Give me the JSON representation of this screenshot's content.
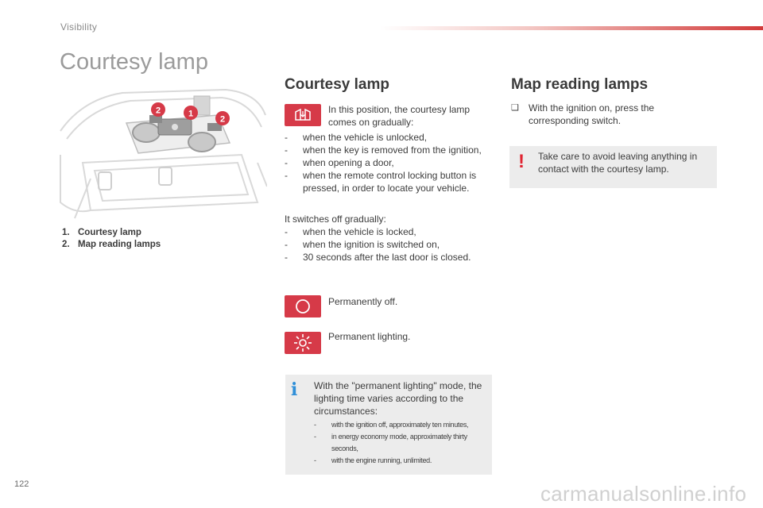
{
  "header": {
    "section": "Visibility"
  },
  "page_title": "Courtesy lamp",
  "illustration": {
    "callouts": [
      "2",
      "1",
      "2"
    ]
  },
  "legend": [
    {
      "num": "1.",
      "label": "Courtesy lamp"
    },
    {
      "num": "2.",
      "label": "Map reading lamps"
    }
  ],
  "courtesy": {
    "heading": "Courtesy lamp",
    "door_icon": "door-mode-icon",
    "intro_line1": "In this position, the courtesy lamp",
    "intro_line2": "comes on gradually:",
    "on_conditions": [
      "when the vehicle is unlocked,",
      "when the key is removed from the ignition,",
      "when opening a door,",
      "when the remote control locking button is pressed, in order to locate your vehicle."
    ],
    "off_intro": "It switches off gradually:",
    "off_conditions": [
      "when the vehicle is locked,",
      "when the ignition is switched on,",
      "30 seconds after the last door is closed."
    ],
    "off_label": "Permanently off.",
    "on_label": "Permanent lighting.",
    "info_text": "With the \"permanent lighting\" mode, the lighting time varies according to the circumstances:",
    "info_items": [
      "with the ignition off, approximately ten minutes,",
      "in energy economy mode, approximately thirty seconds,",
      "with the engine running, unlimited."
    ]
  },
  "map": {
    "heading": "Map reading lamps",
    "symbol": "❑",
    "instruction": "With the ignition on, press the corresponding switch.",
    "warning": "Take care to avoid leaving anything in contact with the courtesy lamp."
  },
  "footer": {
    "page_number": "122",
    "watermark": "carmanualsonline.info"
  },
  "colors": {
    "accent_red": "#d63a48",
    "info_blue": "#2f8fd8",
    "box_grey": "#ececec"
  }
}
